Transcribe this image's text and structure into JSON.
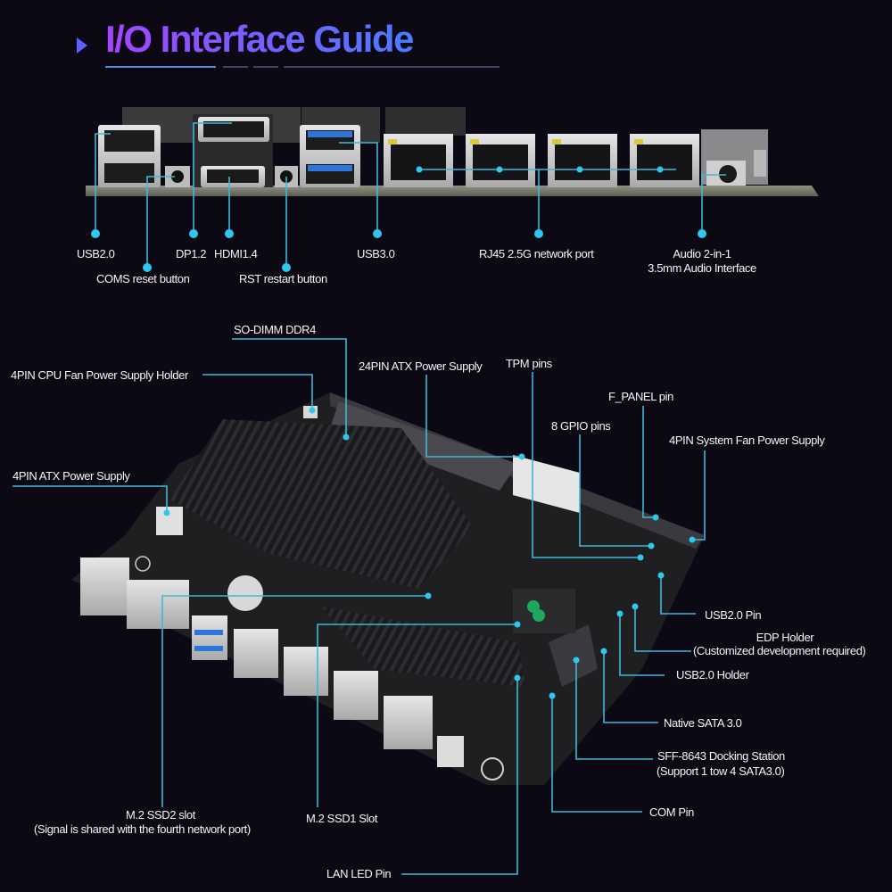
{
  "title": "I/O Interface Guide",
  "colors": {
    "background": "#0c0814",
    "callout_line": "#3fb8d8",
    "callout_dot": "#2ec7ef",
    "title_gradient_start": "#a545ff",
    "title_gradient_end": "#4a7bff",
    "label_text": "#f4f4f4"
  },
  "io_panel": {
    "labels": {
      "usb20": "USB2.0",
      "coms_reset": "COMS reset button",
      "dp12": "DP1.2",
      "hdmi14": "HDMI1.4",
      "rst_restart": "RST restart button",
      "usb30": "USB3.0",
      "rj45": "RJ45 2.5G network port",
      "audio_line1": "Audio 2-in-1",
      "audio_line2": "3.5mm Audio Interface"
    }
  },
  "board": {
    "labels": {
      "so_dimm": "SO-DIMM DDR4",
      "cpu_fan": "4PIN CPU Fan Power Supply Holder",
      "atx24": "24PIN ATX Power Supply",
      "tpm": "TPM pins",
      "f_panel": "F_PANEL pin",
      "gpio": "8 GPIO pins",
      "sys_fan": "4PIN System Fan Power Supply",
      "atx4": "4PIN ATX Power Supply",
      "usb20_pin": "USB2.0 Pin",
      "edp_line1": "EDP Holder",
      "edp_line2": "(Customized development required)",
      "usb20_holder": "USB2.0 Holder",
      "sata": "Native SATA 3.0",
      "sff_line1": "SFF-8643 Docking Station",
      "sff_line2": "(Support 1 tow 4 SATA3.0)",
      "com_pin": "COM Pin",
      "m2_ssd2_line1": "M.2 SSD2 slot",
      "m2_ssd2_line2": "(Signal is shared with the fourth network port)",
      "m2_ssd1": "M.2 SSD1 Slot",
      "lan_led": "LAN LED Pin"
    }
  }
}
